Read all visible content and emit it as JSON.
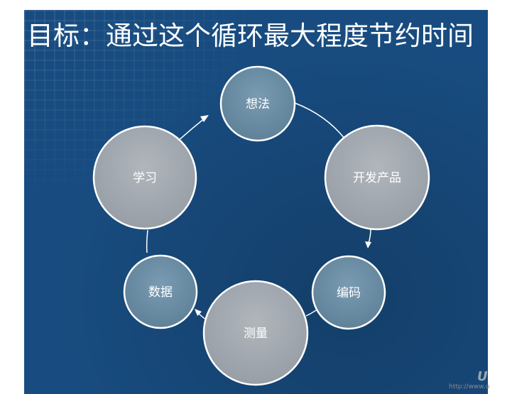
{
  "title": "目标：通过这个循环最大程度节约时间",
  "nodes": [
    {
      "id": "idea",
      "label": "想法",
      "fill": "#6e8fa6"
    },
    {
      "id": "build",
      "label": "开发产品",
      "fill": "#a7adb4"
    },
    {
      "id": "code",
      "label": "编码",
      "fill": "#6e8fa6"
    },
    {
      "id": "measure",
      "label": "测量",
      "fill": "#a7adb4"
    },
    {
      "id": "data",
      "label": "数据",
      "fill": "#6e8fa6"
    },
    {
      "id": "learn",
      "label": "学习",
      "fill": "#a7adb4"
    }
  ],
  "colors": {
    "background": "#184c80",
    "node_stroke": "#ffffff",
    "cycle_line": "#ffffff"
  },
  "watermark": {
    "letter": "U",
    "url": "http://www.u"
  }
}
